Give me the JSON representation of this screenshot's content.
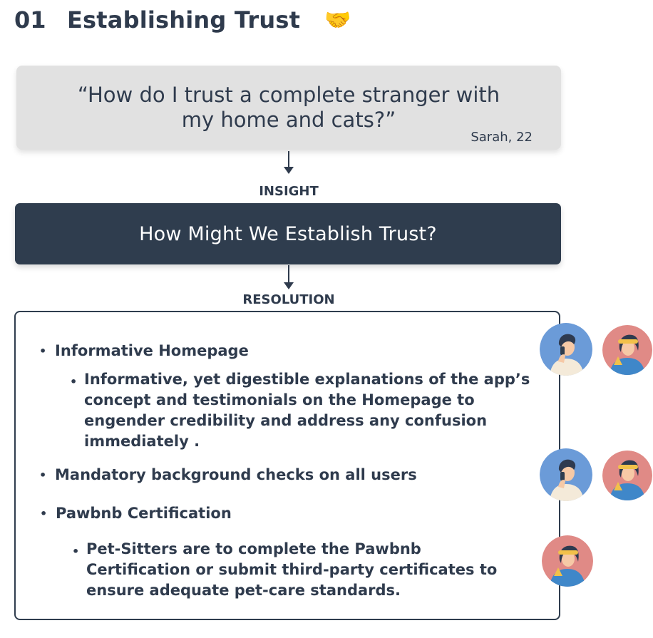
{
  "heading": {
    "number": "01",
    "title": "Establishing Trust",
    "emoji": "🤝"
  },
  "quote": {
    "line1": "“How do I trust a complete stranger with",
    "line2": "my home and cats?”",
    "author": "Sarah, 22"
  },
  "labels": {
    "insight": "INSIGHT",
    "resolution": "RESOLUTION"
  },
  "hmw": "How Might We Establish Trust?",
  "resolution": {
    "items": [
      {
        "text": "Informative Homepage"
      },
      {
        "text": "Informative, yet digestible explanations of the app’s concept and testimonials on the Homepage to engender credibility and address any confusion immediately ."
      },
      {
        "text": "Mandatory background checks on all users"
      },
      {
        "text": "Pawbnb Certification"
      },
      {
        "text": "Pet-Sitters are to complete the Pawbnb Certification or submit third-party certificates to ensure adequate pet-care standards."
      }
    ]
  },
  "avatars": {
    "owner_color": "#6b9bd8",
    "sitter_color": "#e08a86"
  }
}
